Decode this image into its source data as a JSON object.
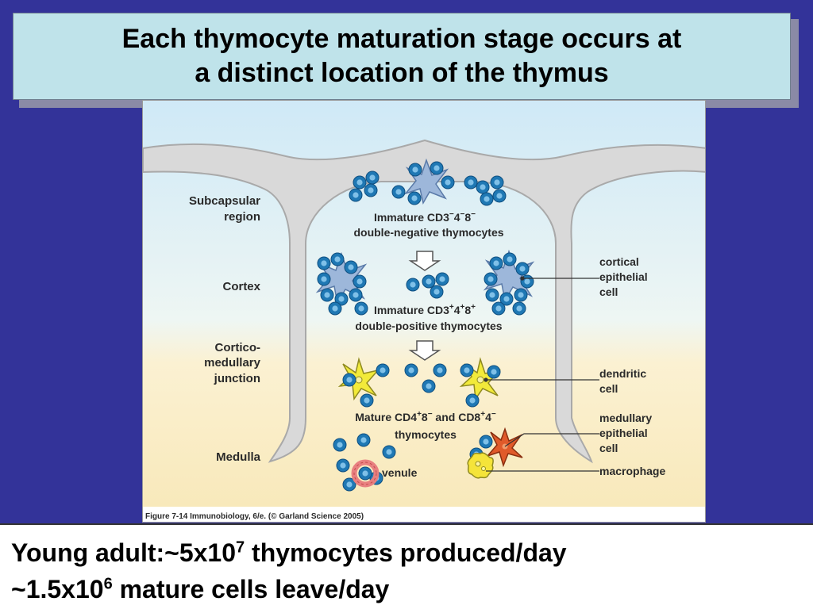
{
  "title": {
    "line1": "Each thymocyte maturation stage occurs at",
    "line2": "a distinct location of the thymus"
  },
  "diagram": {
    "regions": {
      "subcapsular_1": "Subcapsular",
      "subcapsular_2": "region",
      "cortex": "Cortex",
      "cm_1": "Cortico-",
      "cm_2": "medullary",
      "cm_3": "junction",
      "medulla": "Medulla"
    },
    "stages": {
      "dn_1": "Immature CD3",
      "dn_1_sup": "−",
      "dn_1_b": "4",
      "dn_1_b_sup": "−",
      "dn_1_c": "8",
      "dn_1_c_sup": "−",
      "dn_2": "double-negative thymocytes",
      "dp_1": "Immature CD3",
      "dp_1_sup": "+",
      "dp_1_b": "4",
      "dp_1_b_sup": "+",
      "dp_1_c": "8",
      "dp_1_c_sup": "+",
      "dp_2": "double-positive thymocytes",
      "m_1a": "Mature CD4",
      "m_1a_sup": "+",
      "m_1b": "8",
      "m_1b_sup": "−",
      "m_1c": " and  CD8",
      "m_1c_sup": "+",
      "m_1d": "4",
      "m_1d_sup": "−",
      "m_2": "thymocytes"
    },
    "cells": {
      "cortical_1": "cortical",
      "cortical_2": "epithelial",
      "cortical_3": "cell",
      "dendritic_1": "dendritic",
      "dendritic_2": "cell",
      "medullary_1": "medullary",
      "medullary_2": "epithelial",
      "medullary_3": "cell",
      "macrophage": "macrophage",
      "venule": "venule"
    },
    "credit": "Figure 7-14  Immunobiology, 6/e. (© Garland Science 2005)",
    "colors": {
      "thymocyte": "#1f78b4",
      "epithelial_cortical": "#9db7da",
      "dendritic": "#f2ea3a",
      "medullary_epithelial": "#e05a2a",
      "macrophage": "#f5e43a",
      "venule": "#e88080",
      "capsule": "#d9d9d9"
    }
  },
  "caption": {
    "line1_a": "Young adult:~5x10",
    "line1_sup": "7",
    "line1_b": " thymocytes produced/day",
    "line2_a": "~1.5x10",
    "line2_sup": "6",
    "line2_b": " mature cells leave/day"
  }
}
